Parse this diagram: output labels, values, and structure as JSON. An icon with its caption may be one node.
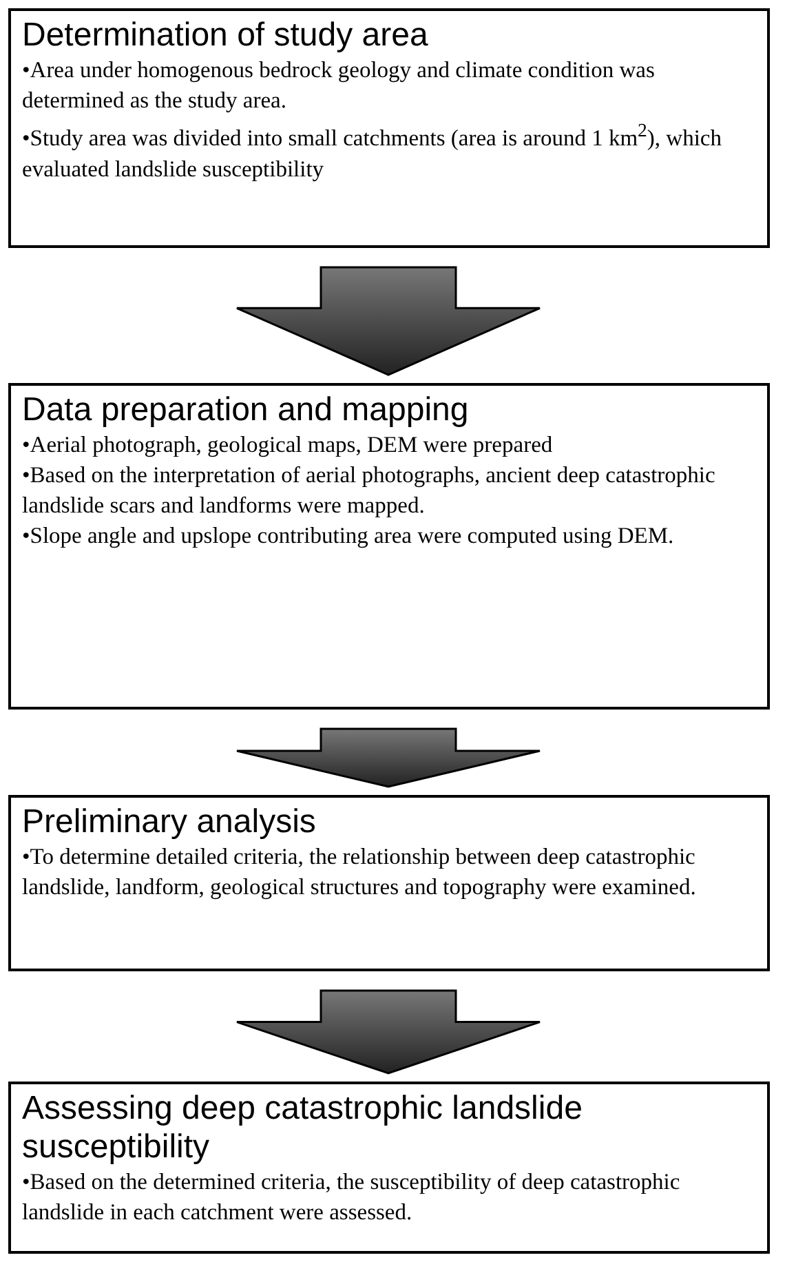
{
  "diagram": {
    "nodes": [
      {
        "text": [
          "Determination of study area",
          "•Area under homogenous bedrock geology and climate condition was determined as the study area.",
          "•Study area was divided into small catchments (area is around 1 km$^{2}$), which evaluated landslide susceptibility"
        ]
      },
      {
        "text": [
          "Data preparation and mapping",
          "•Aerial photograph, geological maps, DEM were prepared",
          "•Based on the interpretation of aerial photographs, ancient deep catastrophic landslide scars and landforms were mapped.",
          "•Slope angle and upslope contributing area were computed using DEM."
        ]
      },
      {
        "text": [
          "Preliminary analysis",
          "•To determine detailed criteria, the relationship between deep catastrophic landslide,  landform, geological structures and topography were examined."
        ]
      },
      {
        "text": [
          "Assessing deep catastrophic landslide susceptibility",
          "•Based on the determined criteria, the susceptibility of deep catastrophic landslide in each catchment were assessed."
        ]
      }
    ],
    "edges": [
      {
        "from": 0,
        "to": 1,
        "arrow": "to",
        "style": "thick"
      },
      {
        "from": 1,
        "to": 2,
        "arrow": "to",
        "style": "thick"
      },
      {
        "from": 2,
        "to": 3,
        "arrow": "to",
        "style": "thick"
      }
    ]
  }
}
